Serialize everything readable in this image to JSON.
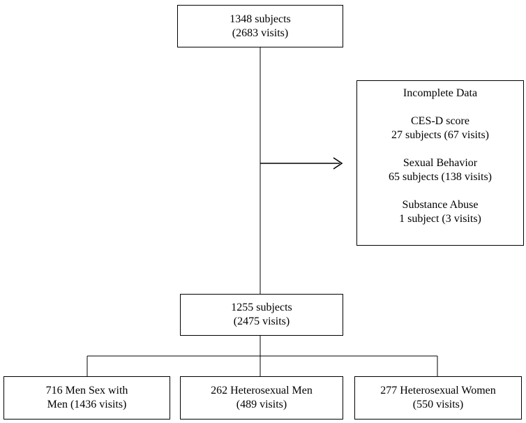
{
  "top_box": {
    "line1": "1348 subjects",
    "line2": "(2683 visits)"
  },
  "exclusion_box": {
    "title": "Incomplete Data",
    "items": [
      {
        "label": "CES-D score",
        "detail": "27 subjects (67 visits)"
      },
      {
        "label": "Sexual Behavior",
        "detail": "65 subjects (138 visits)"
      },
      {
        "label": "Substance Abuse",
        "detail": "1 subject (3 visits)"
      }
    ]
  },
  "middle_box": {
    "line1": "1255 subjects",
    "line2": "(2475 visits)"
  },
  "groups": [
    {
      "line1": "716 Men Sex with",
      "line2": "Men (1436 visits)"
    },
    {
      "line1": "262 Heterosexual Men",
      "line2": "(489 visits)"
    },
    {
      "line1": "277 Heterosexual Women",
      "line2": "(550 visits)"
    }
  ]
}
